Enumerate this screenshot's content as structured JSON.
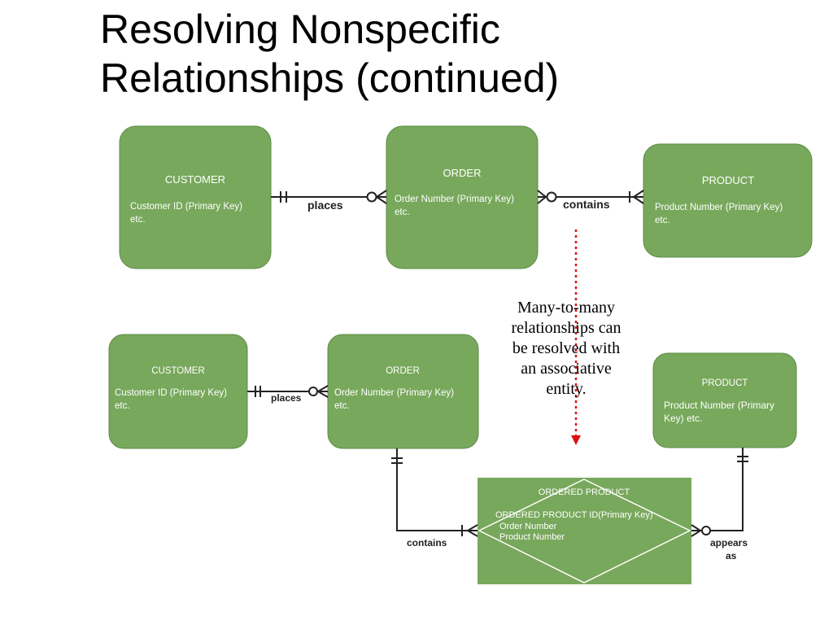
{
  "title": {
    "line1": "Resolving Nonspecific",
    "line2": "Relationships (continued)"
  },
  "top": {
    "customer": {
      "name": "CUSTOMER",
      "attr1": "Customer ID (Primary Key)",
      "attr2": "etc."
    },
    "order": {
      "name": "ORDER",
      "attr1": "Order Number (Primary Key)",
      "attr2": "etc."
    },
    "product": {
      "name": "PRODUCT",
      "attr1": "Product Number (Primary Key)",
      "attr2": "etc."
    },
    "rel_places": "places",
    "rel_contains": "contains"
  },
  "bottom": {
    "customer": {
      "name": "CUSTOMER",
      "attr1": "Customer ID (Primary Key)",
      "attr2": "etc."
    },
    "order": {
      "name": "ORDER",
      "attr1": "Order Number (Primary Key)",
      "attr2": "etc."
    },
    "product": {
      "name": "PRODUCT",
      "attr1": "Product Number (Primary",
      "attr2": "Key) etc."
    },
    "ordered_product": {
      "name": "ORDERED PRODUCT",
      "attr1": "ORDERED PRODUCT ID(Primary Key)",
      "attr2": "Order Number",
      "attr3": "Product Number"
    },
    "rel_places": "places",
    "rel_contains": "contains",
    "rel_appears_1": "appears",
    "rel_appears_2": "as"
  },
  "note": {
    "line1": "Many-to-many",
    "line2": "relationships can",
    "line3": "be resolved with",
    "line4": "an associative",
    "line5": "entity."
  },
  "colors": {
    "entity_fill": "#78a85c",
    "arrow": "#dd1111",
    "line": "#222222"
  }
}
